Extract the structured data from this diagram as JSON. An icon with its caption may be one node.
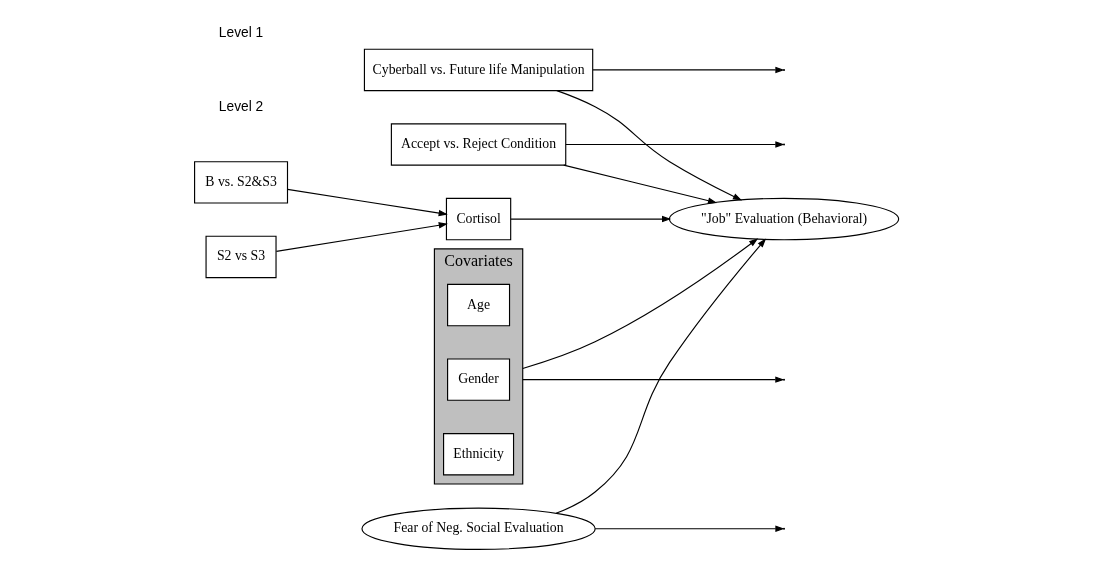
{
  "diagram": {
    "nodes": [
      {
        "text": [
          "Cyberball vs. Future life Manipulation"
        ]
      },
      {
        "text": [
          "Accept vs. Reject Condition"
        ]
      },
      {
        "text": [
          "Covariates"
        ]
      },
      {
        "text": [
          "Age"
        ],
        "in": 2
      },
      {
        "text": [
          "Gender"
        ],
        "in": 2
      },
      {
        "text": [
          "Ethnicity"
        ],
        "in": 2
      },
      {
        "text": [
          "Fear of Neg. Social Evaluation"
        ]
      },
      {
        "text": [
          "\"Job\" Evaluation (Behavioral)"
        ]
      },
      {
        "text": [
          "B vs. S2&S3"
        ]
      },
      {
        "text": [
          "S2 vs S3"
        ]
      },
      {
        "text": [
          "Cortisol"
        ]
      }
    ],
    "edges": [
      {
        "from": 0,
        "to": null,
        "arrow": "to"
      },
      {
        "from": 0,
        "to": 7,
        "arrow": "to"
      },
      {
        "from": 1,
        "to": null,
        "arrow": "to"
      },
      {
        "from": 1,
        "to": 7,
        "arrow": "to"
      },
      {
        "from": 2,
        "to": 7,
        "arrow": "to"
      },
      {
        "from": 2,
        "to": null,
        "arrow": "to"
      },
      {
        "from": 6,
        "to": null,
        "arrow": "to"
      },
      {
        "from": 6,
        "to": 7,
        "arrow": "to"
      },
      {
        "from": 8,
        "to": 10,
        "arrow": "to"
      },
      {
        "from": 9,
        "to": 10,
        "arrow": "to"
      },
      {
        "from": 10,
        "to": 7,
        "arrow": "to"
      }
    ],
    "labels": [
      "Level 2",
      "Level 1"
    ]
  }
}
